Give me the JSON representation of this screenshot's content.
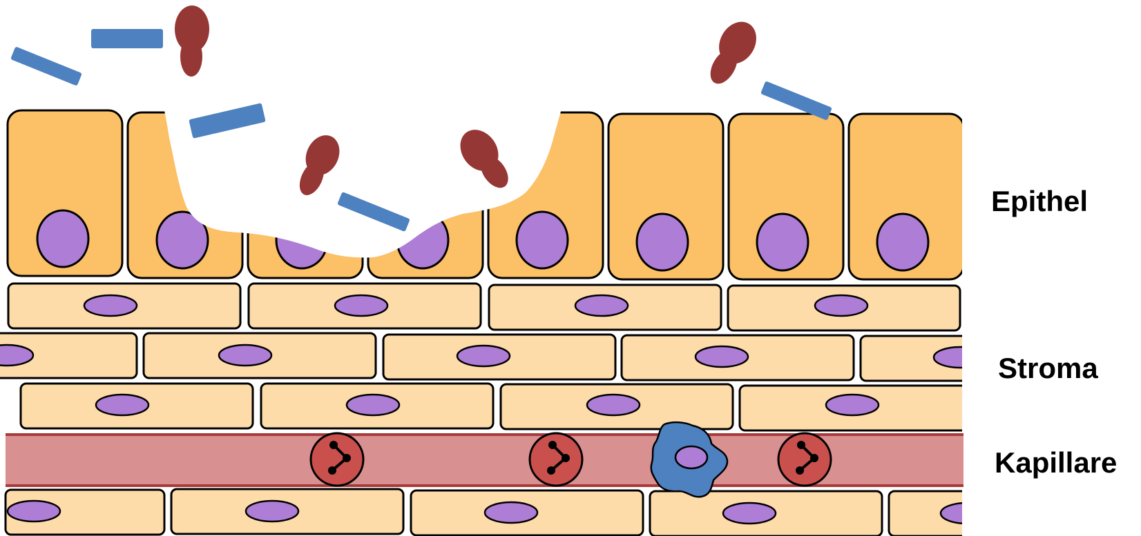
{
  "labels": {
    "epithel": "Epithel",
    "stroma": "Stroma",
    "kapillare": "Kapillare"
  },
  "colors": {
    "epithelial_cell": "#fcc066",
    "stromal_cell": "#fddcaa",
    "nucleus": "#ae7dd6",
    "capillary": "#d99090",
    "capillary_border": "#a83a3a",
    "neutrophil": "#c9504d",
    "immune_cell": "#4e81c0",
    "bacterium_rod": "#4e81c0",
    "bacterium_club": "#953735",
    "outline": "#000000"
  }
}
